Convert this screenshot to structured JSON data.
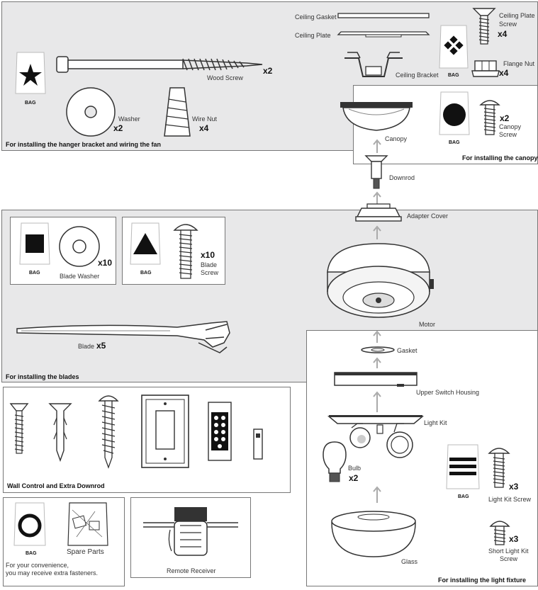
{
  "hanger_section": {
    "caption": "For installing the hanger bracket and wiring the fan",
    "bag": "BAG",
    "wood_screw": {
      "label": "Wood Screw",
      "qty": "x2"
    },
    "washer": {
      "label": "Washer",
      "qty": "x2"
    },
    "wire_nut": {
      "label": "Wire Nut",
      "qty": "x4"
    },
    "ceiling_gasket": "Ceiling Gasket",
    "ceiling_plate": "Ceiling Plate",
    "ceiling_bracket": "Ceiling Bracket",
    "ceiling_plate_screw": {
      "label1": "Ceiling Plate",
      "label2": "Screw",
      "qty": "x4"
    },
    "bag2": "BAG",
    "flange_nut": {
      "label": "Flange Nut",
      "qty": "x4"
    }
  },
  "canopy_section": {
    "caption": "For installing the canopy",
    "canopy": "Canopy",
    "bag": "BAG",
    "canopy_screw": {
      "qty": "x2",
      "label1": "Canopy",
      "label2": "Screw"
    }
  },
  "downrod": "Downrod",
  "adapter_cover": "Adapter Cover",
  "motor": "Motor",
  "blades_section": {
    "caption": "For installing the blades",
    "bag1": "BAG",
    "blade_washer": "Blade Washer",
    "qty_washer": "x10",
    "bag2": "BAG",
    "blade_screw": {
      "qty": "x10",
      "label1": "Blade",
      "label2": "Screw"
    },
    "blade": {
      "label": "Blade",
      "qty": "x5"
    }
  },
  "wall_section": {
    "caption": "Wall Control and Extra Downrod"
  },
  "spare_section": {
    "bag": "BAG",
    "spare_parts": "Spare Parts",
    "note_line1": "For your convenience,",
    "note_line2": "you may receive extra fasteners."
  },
  "remote_receiver": "Remote Receiver",
  "light_section": {
    "caption": "For installing the light fixture",
    "gasket": "Gasket",
    "upper_switch_housing": "Upper Switch Housing",
    "light_kit": "Light Kit",
    "bulb": {
      "label": "Bulb",
      "qty": "x2"
    },
    "bag": "BAG",
    "light_kit_screw": {
      "qty": "x3",
      "label": "Light Kit Screw"
    },
    "short_screw": {
      "qty": "x3",
      "label1": "Short Light Kit",
      "label2": "Screw"
    },
    "glass": "Glass"
  }
}
